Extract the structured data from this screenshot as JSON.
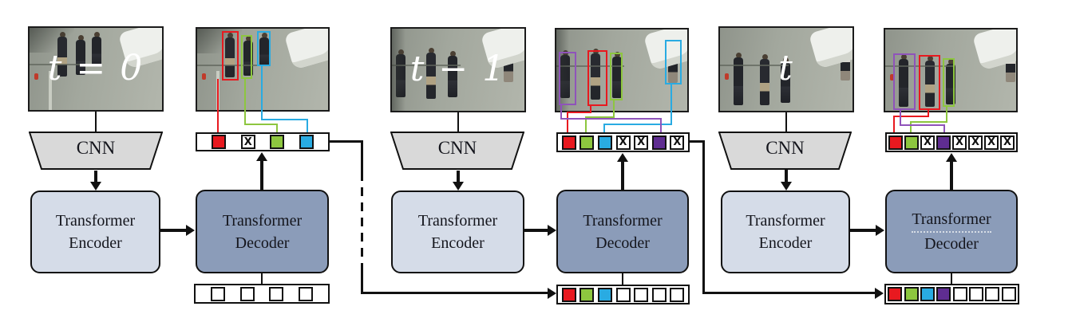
{
  "palette": {
    "red": "#e8191f",
    "green": "#8dc63f",
    "cyan": "#29abe2",
    "purple": "#5f2d91",
    "purple_line": "#8f53ba",
    "line": "#111111",
    "encoder_fill": "#d5dce8",
    "decoder_fill": "#8b9cb9",
    "cnn_fill": "#d9d9d9"
  },
  "blocks": {
    "cnn": "CNN",
    "encoder": [
      "Transformer",
      "Encoder"
    ],
    "decoder": [
      "Transformer",
      "Decoder"
    ]
  },
  "x_glyph": "X",
  "columns": [
    {
      "frame_label": "t = 0",
      "output_tokens": [
        "red",
        "x",
        "green",
        "cyan"
      ],
      "input_tokens": [
        "white",
        "white",
        "white",
        "white"
      ]
    },
    {
      "frame_label": "t − 1",
      "output_tokens": [
        "red",
        "green",
        "cyan",
        "x",
        "x",
        "purple",
        "x"
      ],
      "input_tokens": [
        "red",
        "green",
        "cyan",
        "white",
        "white",
        "white",
        "white"
      ]
    },
    {
      "frame_label": "t",
      "output_tokens": [
        "red",
        "green",
        "x",
        "purple",
        "x",
        "x",
        "x",
        "x"
      ],
      "input_tokens": [
        "red",
        "green",
        "cyan",
        "purple",
        "white",
        "white",
        "white",
        "white"
      ]
    }
  ]
}
